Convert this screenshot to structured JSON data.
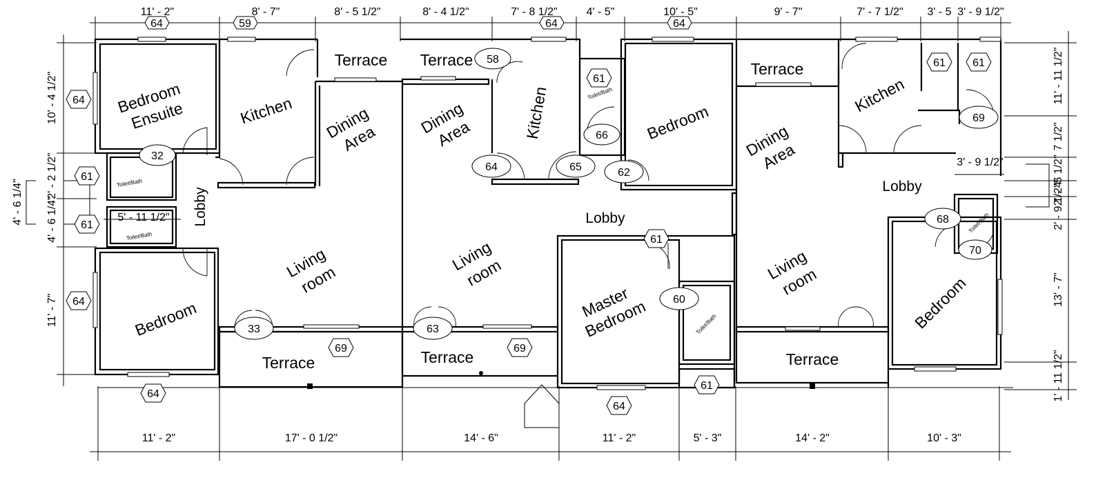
{
  "rooms": {
    "bedroom_ensuite": [
      "Bedroom",
      "Ensuite"
    ],
    "kitchen_1": "Kitchen",
    "terrace_top_1": "Terrace",
    "dining_1": [
      "Dining",
      "Area"
    ],
    "terrace_top_2": "Terrace",
    "dining_2": [
      "Dining",
      "Area"
    ],
    "kitchen_2": "Kitchen",
    "bedroom_2": "Bedroom",
    "terrace_top_3": "Terrace",
    "dining_3": [
      "Dining",
      "Area"
    ],
    "kitchen_3": "Kitchen",
    "lobby_1": "Lobby",
    "lobby_2": "Lobby",
    "lobby_3": "Lobby",
    "living_1": [
      "Living",
      "room"
    ],
    "living_2": [
      "Living",
      "room"
    ],
    "living_3": [
      "Living",
      "room"
    ],
    "master_bedroom": [
      "Master",
      "Bedroom"
    ],
    "bedroom_1": "Bedroom",
    "bedroom_3": "Bedroom",
    "terrace_bottom_1": "Terrace",
    "terrace_bottom_2": "Terrace",
    "terrace_bottom_3": "Terrace",
    "toilet_bath": "Toilet/Bath"
  },
  "dims_top": [
    "11' - 2\"",
    "8' - 7\"",
    "8' - 5 1/2\"",
    "8' - 4 1/2\"",
    "7' - 8 1/2\"",
    "4' - 5\"",
    "10' - 5\"",
    "9' - 7\"",
    "7' - 7 1/2\"",
    "3' - 5",
    "3' - 9 1/2\""
  ],
  "dims_bottom": [
    "11' - 2\"",
    "17' - 0 1/2\"",
    "14' - 6\"",
    "11' - 2\"",
    "5' - 3\"",
    "14' - 2\"",
    "10' - 3\""
  ],
  "dims_left": [
    "10' - 4 1/2\"",
    "2' - 2 1/2\"",
    "4' - 6 1/4\"",
    "4' - 6 1/4\"",
    "11' - 7\""
  ],
  "dims_right": [
    "11' - 11 1/2\"",
    "7 1/2\"",
    "5 1/2\"",
    "2' - 4\"",
    "2' - 9 1/2\"",
    "13' - 7\"",
    "1' - 11 1/2\""
  ],
  "dims_inner": {
    "lobby_width": "5' - 11 1/2\"",
    "right_lobby": "3' - 9 1/2\""
  },
  "tags": {
    "t64": "64",
    "t59": "59",
    "t58": "58",
    "t61": "61",
    "t32": "32",
    "t66": "66",
    "t65": "65",
    "t62": "62",
    "t69": "69",
    "t33": "33",
    "t63": "63",
    "t60": "60",
    "t68": "68",
    "t70": "70"
  }
}
